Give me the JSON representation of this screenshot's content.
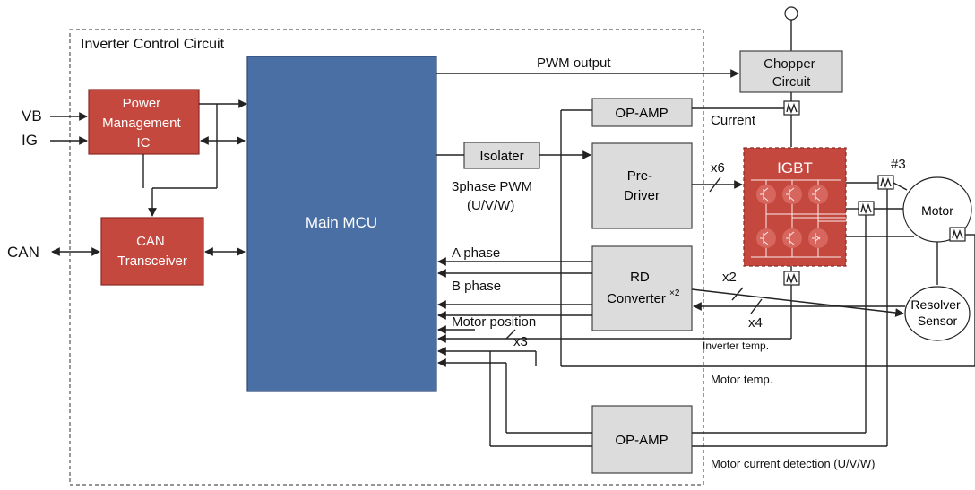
{
  "region_title": "Inverter Control Circuit",
  "inputs": {
    "vb": "VB",
    "ig": "IG",
    "can": "CAN"
  },
  "blocks": {
    "power_mgmt": [
      "Power",
      "Management",
      "IC"
    ],
    "can_transceiver": [
      "CAN",
      "Transceiver"
    ],
    "main_mcu": "Main MCU",
    "isolater": "Isolater",
    "op_amp_top": "OP-AMP",
    "pre_driver": [
      "Pre-",
      "Driver"
    ],
    "rd_converter": "RD",
    "rd_converter_line2": "Converter",
    "rd_superscript": "×2",
    "op_amp_bottom": "OP-AMP",
    "chopper": [
      "Chopper",
      "Circuit"
    ],
    "igbt": "IGBT",
    "motor": "Motor",
    "resolver": [
      "Resolver",
      "Sensor"
    ]
  },
  "signals": {
    "pwm_output": "PWM output",
    "current": "Current",
    "three_phase_pwm": "3phase PWM",
    "uvw": "(U/V/W)",
    "x6": "x6",
    "a_phase": "A phase",
    "b_phase": "B phase",
    "motor_position": "Motor position",
    "x3": "x3",
    "x2": "x2",
    "x4": "x4",
    "hash3": "#3",
    "inverter_temp": "Inverter temp.",
    "motor_temp": "Motor temp.",
    "motor_current_detection": "Motor current detection (U/V/W)"
  },
  "colors": {
    "red_block": "#c5483f",
    "mcu_blue": "#4a6fa5",
    "gray_block": "#dcdcdc"
  }
}
